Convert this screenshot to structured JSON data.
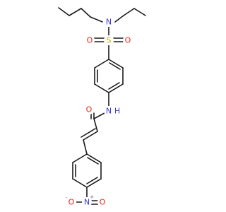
{
  "colors": {
    "bond": "#1a1a1a",
    "N": "#3a3acc",
    "O": "#e8231a",
    "S": "#c8a800"
  },
  "atoms": {
    "n_amine": {
      "label": "N",
      "element": "N"
    },
    "s": {
      "label": "S",
      "element": "S"
    },
    "o_s_left": {
      "label": "O",
      "element": "O"
    },
    "o_s_right": {
      "label": "O",
      "element": "O"
    },
    "n_amide": {
      "label": "N",
      "element": "N"
    },
    "h_amide": {
      "label": "H",
      "element": "N"
    },
    "o_amide": {
      "label": "O",
      "element": "O"
    },
    "n_nitro": {
      "label": "N",
      "element": "N",
      "charge": "+"
    },
    "o_nitro_minus": {
      "label": "O",
      "element": "O",
      "charge": "-"
    },
    "o_nitro": {
      "label": "O",
      "element": "O"
    }
  }
}
